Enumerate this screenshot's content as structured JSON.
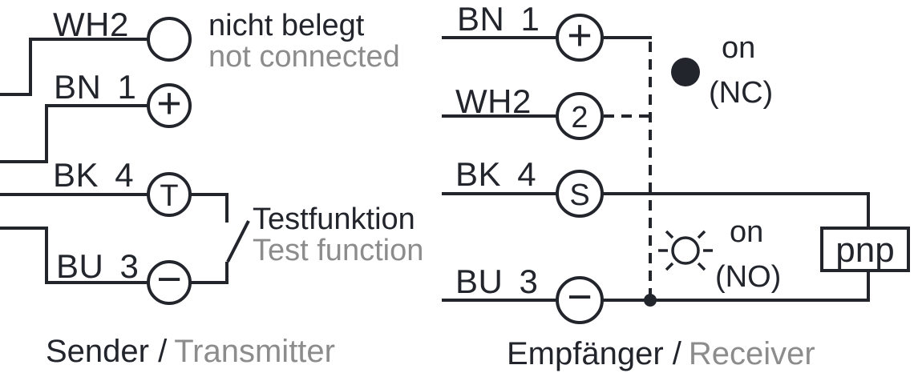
{
  "colors": {
    "ink": "#23252d",
    "muted": "#8c8c8c",
    "background": "#ffffff"
  },
  "transmitter": {
    "caption": {
      "de": "Sender /",
      "en": "Transmitter"
    },
    "wires": [
      {
        "label": "WH2",
        "terminal": "",
        "note": {
          "de": "nicht belegt",
          "en": "not connected"
        }
      },
      {
        "label": "BN 1",
        "terminal": "+"
      },
      {
        "label": "BK 4",
        "terminal": "T"
      },
      {
        "label": "BU 3",
        "terminal": "−"
      }
    ],
    "test_switch": {
      "de": "Testfunktion",
      "en": "Test function"
    }
  },
  "receiver": {
    "caption": {
      "de": "Empfänger /",
      "en": "Receiver"
    },
    "wires": [
      {
        "label": "BN 1",
        "terminal": "+"
      },
      {
        "label": "WH2",
        "terminal": "2"
      },
      {
        "label": "BK 4",
        "terminal": "S"
      },
      {
        "label": "BU 3",
        "terminal": "−"
      }
    ],
    "indicators": [
      {
        "state": "on",
        "mode": "(NC)",
        "symbol": "solid-dot"
      },
      {
        "state": "on",
        "mode": "(NO)",
        "symbol": "led"
      }
    ],
    "output_type": "pnp"
  }
}
